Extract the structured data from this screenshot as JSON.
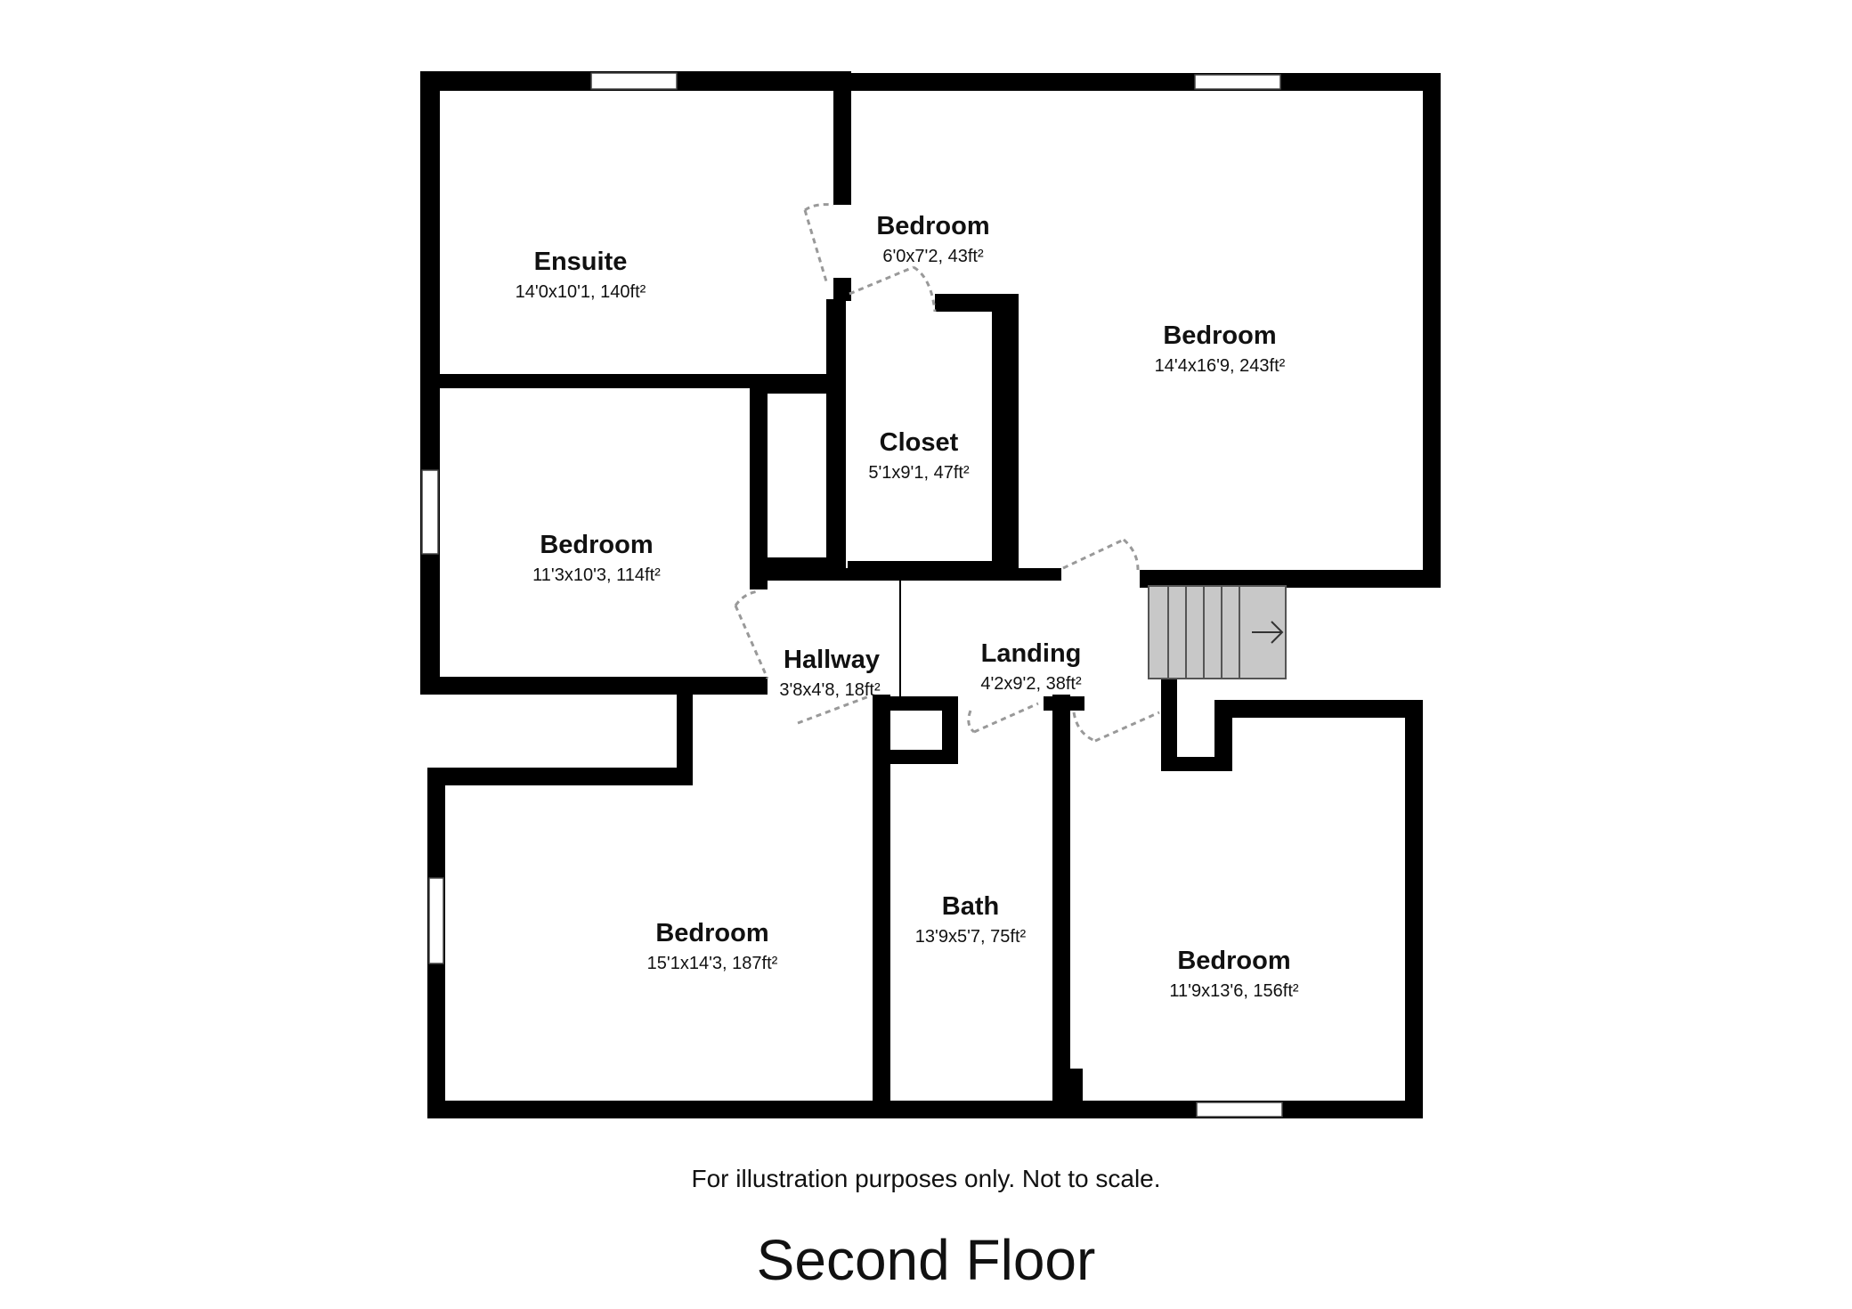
{
  "rooms": [
    {
      "name": "Ensuite",
      "dims": "14'0x10'1, 140ft²"
    },
    {
      "name": "Bedroom",
      "dims": "6'0x7'2, 43ft²"
    },
    {
      "name": "Bedroom",
      "dims": "14'4x16'9, 243ft²"
    },
    {
      "name": "Closet",
      "dims": "5'1x9'1, 47ft²"
    },
    {
      "name": "Bedroom",
      "dims": "11'3x10'3, 114ft²"
    },
    {
      "name": "Hallway",
      "dims": "3'8x4'8, 18ft²"
    },
    {
      "name": "Landing",
      "dims": "4'2x9'2, 38ft²"
    },
    {
      "name": "Bath",
      "dims": "13'9x5'7, 75ft²"
    },
    {
      "name": "Bedroom",
      "dims": "15'1x14'3, 187ft²"
    },
    {
      "name": "Bedroom",
      "dims": "11'9x13'6, 156ft²"
    }
  ],
  "disclaimer": "For illustration purposes only. Not to scale.",
  "floor_title": "Second Floor",
  "colors": {
    "wall": "#000000",
    "door_swing": "#999999",
    "stairs": "#c8c8c8",
    "window": "#ffffff"
  }
}
